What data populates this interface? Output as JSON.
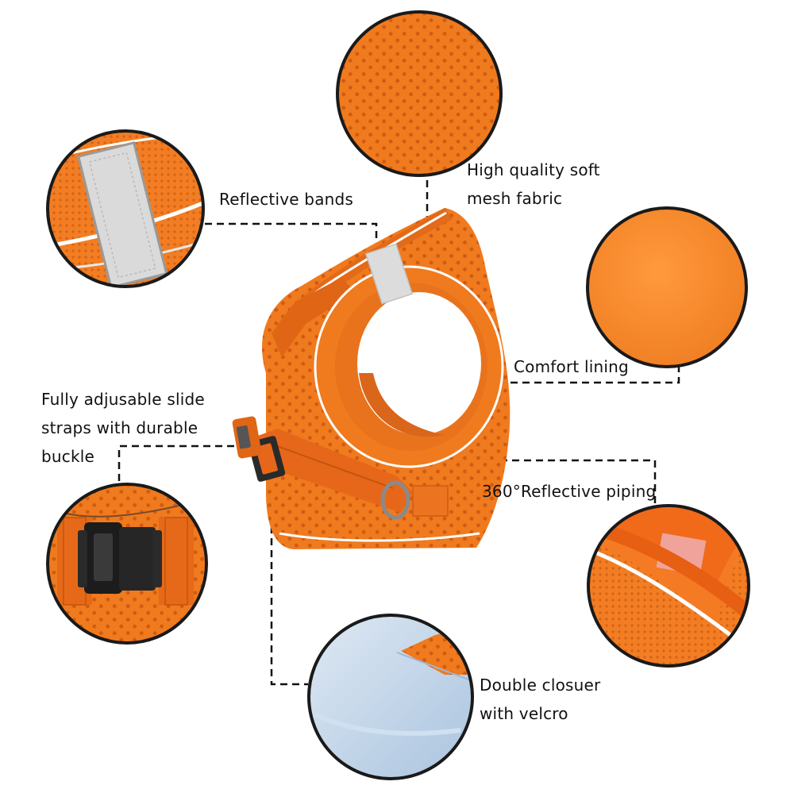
{
  "labels": {
    "reflective_bands": "Reflective bands",
    "mesh_line1": "High quality soft",
    "mesh_line2": "mesh fabric",
    "comfort_lining": "Comfort lining",
    "slide_line1": "Fully adjusable slide",
    "slide_line2": "straps with durable",
    "slide_line3": "buckle",
    "reflective_piping": "360°Reflective piping",
    "closure_line1": "Double closuer",
    "closure_line2": "with velcro"
  },
  "colors": {
    "harness_orange": "#f07a1e",
    "harness_dark": "#d8611a",
    "reflective_silver": "#dcdcdc",
    "circle_border": "#1a1a1a",
    "leader_line": "#111111",
    "velcro_blue": "#bcd3ea"
  },
  "icons": [
    "mesh-fabric-closeup",
    "reflective-band-closeup",
    "lining-closeup",
    "buckle-closeup",
    "piping-closeup",
    "velcro-closeup",
    "harness-vest"
  ]
}
